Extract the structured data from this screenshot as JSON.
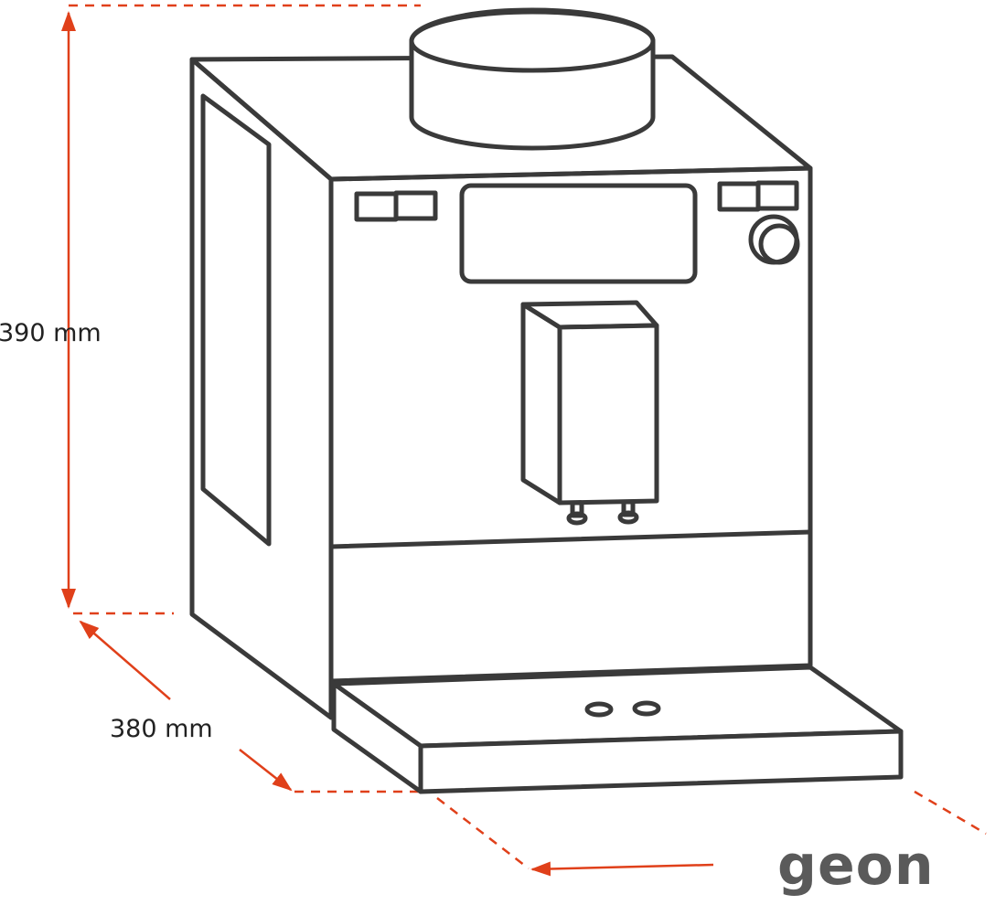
{
  "colors": {
    "dimension": "#e0401a",
    "outline": "#3a3a3a",
    "logo": "#5a5a5a"
  },
  "dimensions": {
    "height_label": "390 mm",
    "depth_label": "380 mm",
    "width_label": ""
  },
  "logo": {
    "text": "geon"
  }
}
